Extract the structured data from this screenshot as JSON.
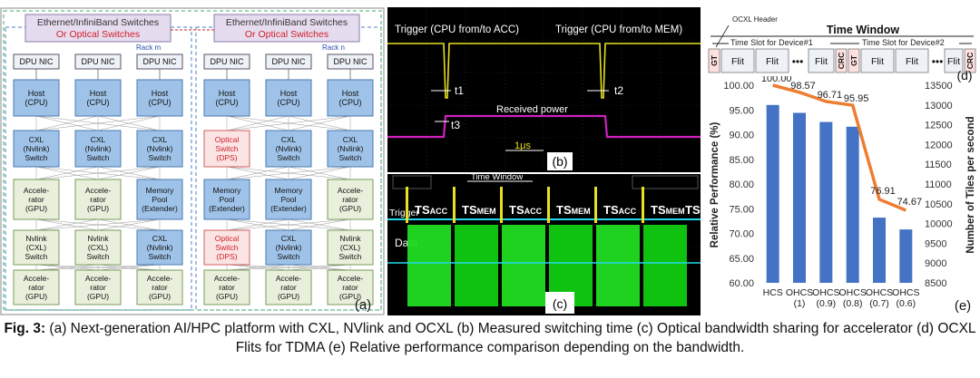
{
  "panel_a": {
    "switch_title": [
      "Ethernet/InfiniBand Switches",
      "Or Optical Switches"
    ],
    "rack_labels": [
      "Rack m",
      "Rack n"
    ],
    "dpu_label": "DPU NIC",
    "host_label": [
      "Host",
      "(CPU)"
    ],
    "cxl_switch": [
      "CXL",
      "(Nvlink)",
      "Switch"
    ],
    "optical_switch": [
      "Optical",
      "Switch",
      "(DPS)"
    ],
    "accel": [
      "Accele-",
      "rator",
      "(GPU)"
    ],
    "memory_pool": [
      "Memory",
      "Pool",
      "(Extender)"
    ],
    "nvlink_switch": [
      "Nvlink",
      "(CXL)",
      "Switch"
    ],
    "tag": "(a)"
  },
  "panel_b": {
    "trigger1": "Trigger (CPU from/to ACC)",
    "trigger2": "Trigger (CPU from/to MEM)",
    "t1": "t1",
    "t2": "t2",
    "t3": "t3",
    "received": "Received power",
    "scale": "1μs",
    "tag": "(b)"
  },
  "panel_c": {
    "time_window": "Time Window",
    "trigger": "Trigger",
    "data": "Data",
    "slots": [
      "TSACC",
      "TSMEM",
      "TSACC",
      "TSMEM",
      "TSACC",
      "TSMEM",
      "TSACC"
    ],
    "tag": "(c)"
  },
  "panel_d": {
    "header_label": "OCXL Header",
    "time_window": "Time Window",
    "slot1": "Time Slot for Device#1",
    "slot2": "Time Slot for Device#2",
    "gt": "GT",
    "crc": "CRC",
    "flit": "Flit",
    "dots": "•••",
    "tag": "(d)"
  },
  "chart_data": {
    "type": "bar",
    "categories": [
      "HCS",
      "OHCS (1)",
      "OHCS (0.9)",
      "OHCS (0.8)",
      "OHCS (0.7)",
      "OHCS (0.6)"
    ],
    "category_lines": [
      [
        "HCS",
        ""
      ],
      [
        "OHCS",
        "(1)"
      ],
      [
        "OHCS",
        "(0.9)"
      ],
      [
        "OHCS",
        "(0.8)"
      ],
      [
        "OHCS",
        "(0.7)"
      ],
      [
        "OHCS",
        "(0.6)"
      ]
    ],
    "line_labels": [
      "100.00",
      "98.57",
      "96.71",
      "95.95",
      "76.91",
      "74.67"
    ],
    "series": [
      {
        "type": "bar",
        "axis": "right",
        "values": [
          13000,
          12800,
          12570,
          12450,
          10150,
          9850
        ]
      },
      {
        "type": "line",
        "axis": "left",
        "values": [
          100.0,
          98.57,
          96.71,
          95.95,
          76.91,
          74.67
        ]
      }
    ],
    "ylabel": "Relative Performance (%)",
    "ylim": [
      60,
      100
    ],
    "yticks": [
      "100.00",
      "95.00",
      "90.00",
      "85.00",
      "80.00",
      "75.00",
      "70.00",
      "65.00",
      "60.00"
    ],
    "y2label": "Number of Tiles per second",
    "y2lim": [
      8500,
      13500
    ],
    "y2ticks": [
      "13500",
      "13000",
      "12500",
      "12000",
      "11500",
      "11000",
      "10500",
      "10000",
      "9500",
      "9000",
      "8500"
    ],
    "bar_color": "#4472c4",
    "line_color": "#ed7d31",
    "tag": "(e)"
  },
  "caption": {
    "label": "Fig. 3:",
    "text": " (a) Next-generation AI/HPC platform with CXL, NVlink and OCXL (b) Measured switching time (c) Optical bandwidth sharing for accelerator (d) OCXL Flits for TDMA (e) Relative performance comparison depending on the bandwidth."
  }
}
